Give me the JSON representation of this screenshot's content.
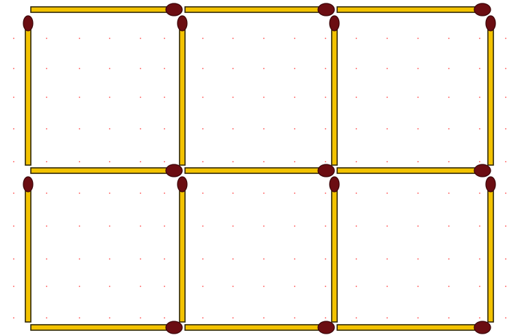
{
  "puzzle": {
    "type": "matchstick-grid",
    "rows": 2,
    "columns": 3,
    "matchstick_count": 17,
    "colors": {
      "background": "#ffffff",
      "stick_fill": "#f2c200",
      "stick_outline": "#2a2200",
      "match_head": "#6b0d12",
      "match_head_outline": "#3a0508",
      "guide_dot": "#ff3b3b"
    },
    "matchsticks": [
      {
        "id": "h-top-1",
        "orientation": "horizontal",
        "row": 0,
        "col": 0
      },
      {
        "id": "h-top-2",
        "orientation": "horizontal",
        "row": 0,
        "col": 1
      },
      {
        "id": "h-top-3",
        "orientation": "horizontal",
        "row": 0,
        "col": 2
      },
      {
        "id": "h-mid-1",
        "orientation": "horizontal",
        "row": 1,
        "col": 0
      },
      {
        "id": "h-mid-2",
        "orientation": "horizontal",
        "row": 1,
        "col": 1
      },
      {
        "id": "h-mid-3",
        "orientation": "horizontal",
        "row": 1,
        "col": 2
      },
      {
        "id": "h-bot-1",
        "orientation": "horizontal",
        "row": 2,
        "col": 0
      },
      {
        "id": "h-bot-2",
        "orientation": "horizontal",
        "row": 2,
        "col": 1
      },
      {
        "id": "h-bot-3",
        "orientation": "horizontal",
        "row": 2,
        "col": 2
      },
      {
        "id": "v-r1-1",
        "orientation": "vertical",
        "row": 0,
        "col": 0
      },
      {
        "id": "v-r1-2",
        "orientation": "vertical",
        "row": 0,
        "col": 1
      },
      {
        "id": "v-r1-3",
        "orientation": "vertical",
        "row": 0,
        "col": 2
      },
      {
        "id": "v-r1-4",
        "orientation": "vertical",
        "row": 0,
        "col": 3
      },
      {
        "id": "v-r2-1",
        "orientation": "vertical",
        "row": 1,
        "col": 0
      },
      {
        "id": "v-r2-2",
        "orientation": "vertical",
        "row": 1,
        "col": 1
      },
      {
        "id": "v-r2-3",
        "orientation": "vertical",
        "row": 1,
        "col": 2
      },
      {
        "id": "v-r2-4",
        "orientation": "vertical",
        "row": 1,
        "col": 3
      }
    ]
  }
}
